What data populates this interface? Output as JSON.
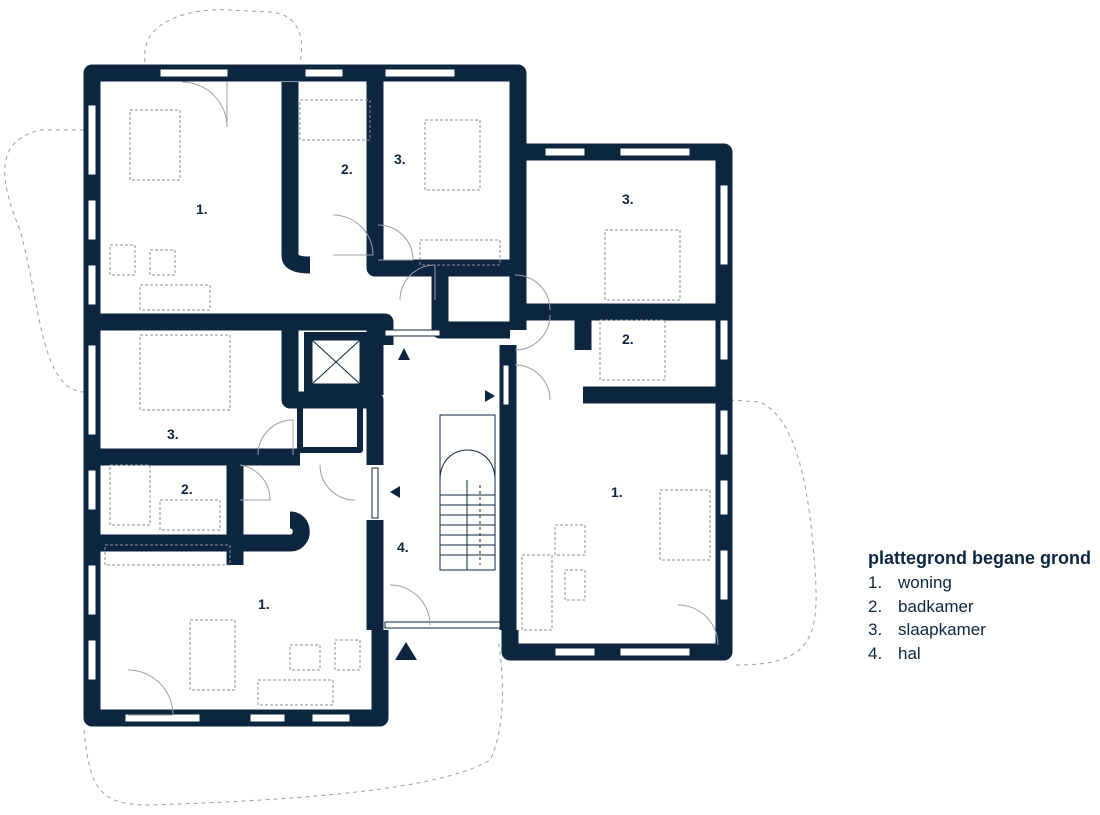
{
  "colors": {
    "wall": "#0d2640",
    "furniture": "#8a8f96"
  },
  "rooms": [
    {
      "label": "1."
    },
    {
      "label": "2."
    },
    {
      "label": "3."
    },
    {
      "label": "3."
    },
    {
      "label": "2."
    },
    {
      "label": "1."
    },
    {
      "label": "3."
    },
    {
      "label": "2."
    },
    {
      "label": "1."
    },
    {
      "label": "4."
    }
  ],
  "legend": {
    "title": "plattegrond begane grond",
    "items": [
      {
        "num": "1.",
        "label": "woning"
      },
      {
        "num": "2.",
        "label": "badkamer"
      },
      {
        "num": "3.",
        "label": "slaapkamer"
      },
      {
        "num": "4.",
        "label": "hal"
      }
    ]
  }
}
